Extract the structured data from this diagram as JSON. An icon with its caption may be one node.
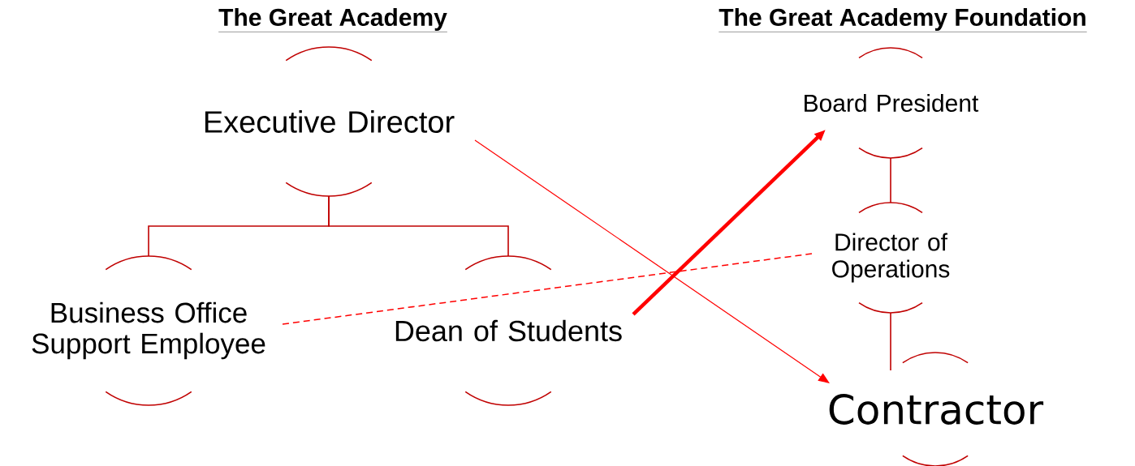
{
  "diagram": {
    "nodes": [
      {
        "text": [
          "Executive Director"
        ]
      },
      {
        "text": [
          "Business Office Support Employee"
        ]
      },
      {
        "text": [
          "Dean of Students"
        ]
      },
      {
        "text": [
          "Board President"
        ]
      },
      {
        "text": [
          "Director of Operations"
        ]
      },
      {
        "text": [
          "Contractor"
        ]
      }
    ],
    "edges": [
      {
        "from": 0,
        "to": 1,
        "arrow": "none"
      },
      {
        "from": 0,
        "to": 2,
        "arrow": "none"
      },
      {
        "from": 3,
        "to": 4,
        "arrow": "none"
      },
      {
        "from": 4,
        "to": 5,
        "arrow": "none"
      },
      {
        "from": 0,
        "to": 5,
        "arrow": "to",
        "color": "#ff0000"
      },
      {
        "from": 2,
        "to": 3,
        "arrow": "to",
        "style": "thick",
        "color": "#ff0000"
      },
      {
        "from": 1,
        "to": 4,
        "arrow": "none",
        "style": "dashed",
        "color": "#ff0000"
      }
    ],
    "labels": [
      "The Great Academy",
      "The Great Academy Foundation"
    ]
  }
}
